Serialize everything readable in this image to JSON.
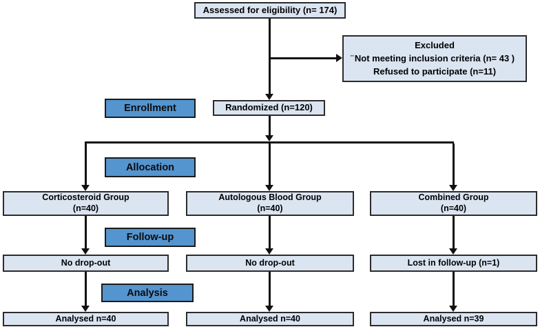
{
  "diagram": {
    "title_semantics": "CONSORT participant flow diagram",
    "boxes": {
      "assessed": "Assessed for eligibility (n= 174)",
      "excluded_title": "Excluded",
      "excluded_bullet": "¨",
      "excluded_reason1": "Not meeting inclusion criteria (n= 43 )",
      "excluded_reason2": "Refused to participate (n=11)",
      "randomized": "Randomized (n=120)"
    },
    "stage_labels": {
      "enrollment": "Enrollment",
      "allocation": "Allocation",
      "followup": "Follow-up",
      "analysis": "Analysis"
    },
    "columns": [
      {
        "group_line1": "Corticosteroid Group",
        "group_line2": "(n=40)",
        "followup": "No drop-out",
        "analysed": "Analysed n=40"
      },
      {
        "group_line1": "Autologous Blood Group",
        "group_line2": "(n=40)",
        "followup": "No drop-out",
        "analysed": "Analysed n=40"
      },
      {
        "group_line1": "Combined Group",
        "group_line2": "(n=40)",
        "followup": "Lost in follow-up (n=1)",
        "analysed": "Analysed n=39"
      }
    ],
    "colors": {
      "box_fill": "#dbe4f1",
      "box_border": "#2b2b2b",
      "label_fill": "#5494cf",
      "label_border": "#1a1a1a",
      "line": "#111111"
    }
  }
}
